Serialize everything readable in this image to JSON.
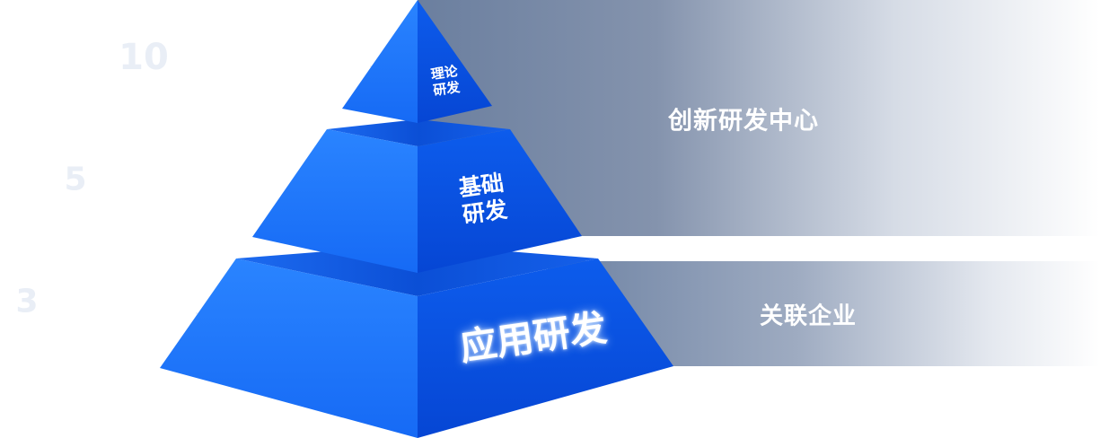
{
  "pyramid": {
    "tiers": [
      {
        "id": "top",
        "label_line1": "理论",
        "label_line2": "研发"
      },
      {
        "id": "mid",
        "label_line1": "基础",
        "label_line2": "研发"
      },
      {
        "id": "bot",
        "label": "应用研发"
      }
    ],
    "colors": {
      "face_left": "#1f78ff",
      "face_right": "#0a57e6",
      "ledge": "#0e4fd6",
      "band_start": "#6b7f9f"
    }
  },
  "bands": {
    "upper": {
      "label": "创新研发中心"
    },
    "lower": {
      "label": "关联企业"
    }
  },
  "side_numbers": [
    {
      "id": "n1",
      "text": "10"
    },
    {
      "id": "n2",
      "text": "5"
    },
    {
      "id": "n3",
      "text": "3"
    }
  ]
}
